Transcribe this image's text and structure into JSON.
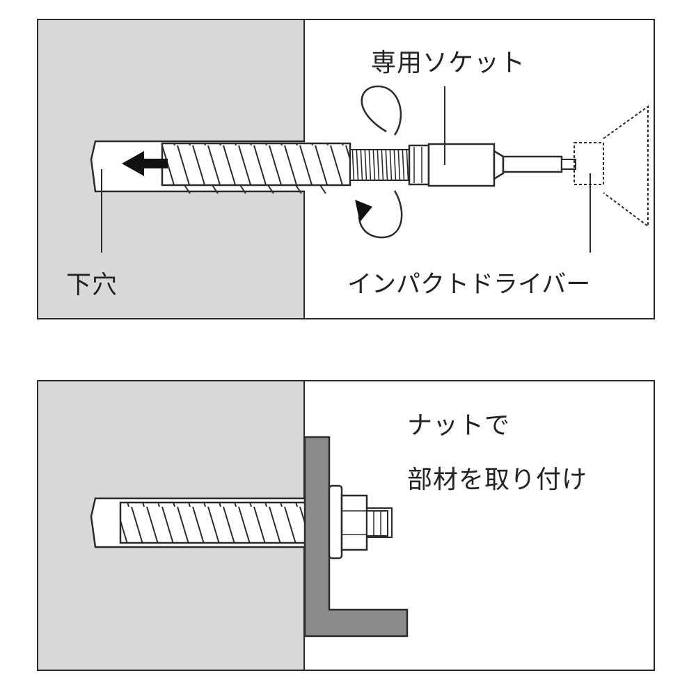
{
  "labels": {
    "socket": "専用ソケット",
    "pilot_hole": "下穴",
    "impact_driver": "インパクトドライバー",
    "nut_line1": "ナットで",
    "nut_line2": "部材を取り付け"
  },
  "colors": {
    "wall": "#d9d9d9",
    "bracket": "#8c8c8c",
    "line": "#2a2a2a",
    "background": "#ffffff"
  }
}
